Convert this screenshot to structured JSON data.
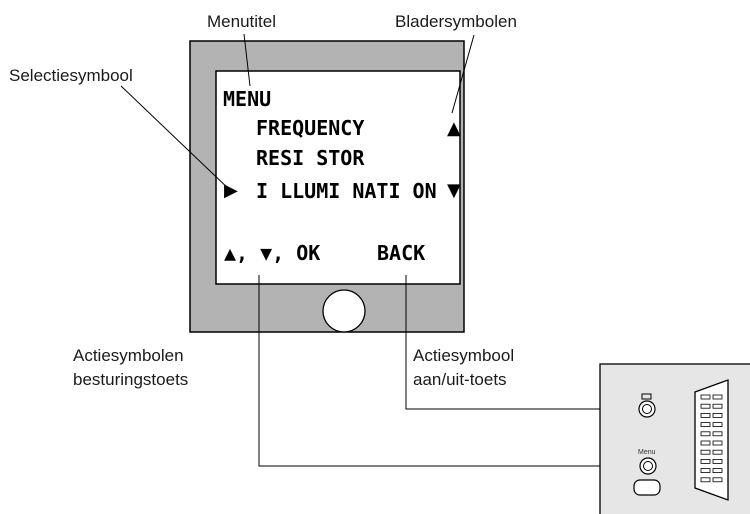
{
  "labels": {
    "menu_title": "Menutitel",
    "scroll_symbols": "Bladersymbolen",
    "selection_symbol": "Selectiesymbool",
    "action_symbols_control_line1": "Actiesymbolen",
    "action_symbols_control_line2": "besturingstoets",
    "action_symbol_power_line1": "Actiesymbool",
    "action_symbol_power_line2": "aan/uit-toets"
  },
  "display": {
    "title": "MENU",
    "items": [
      "FREQUENCY",
      "RESI STOR",
      "I LLUMI NATI ON"
    ],
    "scroll_up": "▲",
    "scroll_down": "▼",
    "selector": "▶",
    "action_left": "▲, ▼, OK",
    "action_right": "BACK"
  },
  "panel": {
    "menu_label": "Menu"
  },
  "colors": {
    "bezel": "#b3b3b3",
    "screen": "#ffffff",
    "panel": "#e6e6e6",
    "line": "#000000"
  }
}
